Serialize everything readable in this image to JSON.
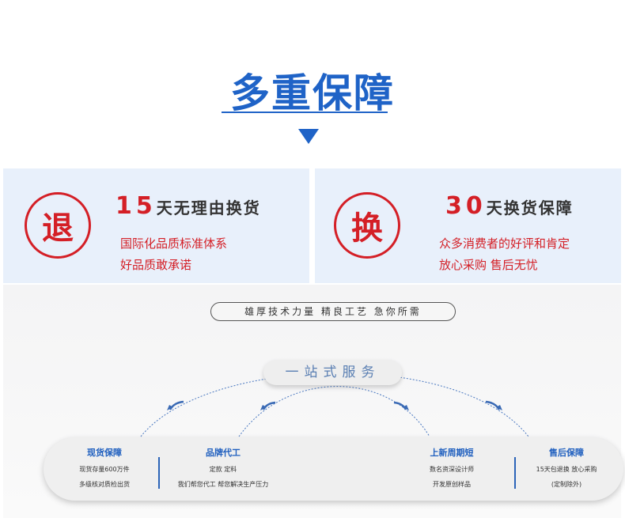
{
  "header": {
    "title": "多重保障"
  },
  "cards": [
    {
      "badge": "退",
      "number": "15",
      "headline": "天无理由换货",
      "lines": [
        "国际化品质标准体系",
        "好品质敢承诺"
      ]
    },
    {
      "badge": "换",
      "number": "30",
      "headline": "天换货保障",
      "lines": [
        "众多消费者的好评和肯定",
        "放心采购 售后无忧"
      ]
    }
  ],
  "tagline": "雄厚技术力量    精良工艺    急你所需",
  "service_title": "一站式服务",
  "services": [
    {
      "title": "现货保障",
      "lines": [
        "现货存量600万件",
        "多级核对质检出货"
      ]
    },
    {
      "title": "品牌代工",
      "lines": [
        "定款 定料",
        "我们帮您代工  帮您解决生产压力"
      ]
    },
    {
      "title": "上新周期短",
      "lines": [
        "数名资深设计师",
        "开发原创样品"
      ]
    },
    {
      "title": "售后保障",
      "lines": [
        "15天包退换 放心采购",
        "(定制除外)"
      ]
    }
  ],
  "colors": {
    "brand_blue": "#1f63c7",
    "accent_red": "#d41f26"
  }
}
